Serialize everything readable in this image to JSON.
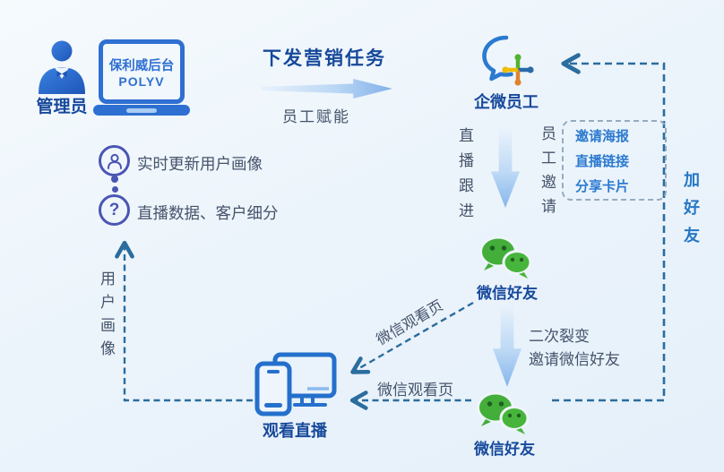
{
  "palette": {
    "navy": "#17499b",
    "body_text": "#45536b",
    "bright_blue": "#2b7ad0",
    "add_friend_blue": "#2577c5",
    "dash_blue": "#2a6d9e",
    "indigo": "#4b55b4",
    "device_blue": "#2e6fd2",
    "wechat_green": "#43ae39",
    "background": "#ecf4fb"
  },
  "admin": {
    "label": "管理员"
  },
  "laptop": {
    "line1": "保利威后台",
    "line2": "POLYV"
  },
  "top_flow": {
    "title": "下发营销任务",
    "subtitle": "员工赋能"
  },
  "qywx": {
    "label": "企微员工"
  },
  "middle_flow": {
    "left_label": "直播跟进",
    "right_label": "员工邀请"
  },
  "invite_box": {
    "items": [
      "邀请海报",
      "直播链接",
      "分享卡片"
    ]
  },
  "add_friend": {
    "label": "加好友"
  },
  "insights": {
    "item1": "实时更新用户画像",
    "item2": "直播数据、客户细分"
  },
  "icons": {
    "question_mark": "?"
  },
  "user_portrait": {
    "label": "用户画像"
  },
  "wechat_friend_top": {
    "label": "微信好友"
  },
  "fission": {
    "line1": "二次裂变",
    "line2": "邀请微信好友"
  },
  "wechat_friend_bottom": {
    "label": "微信好友"
  },
  "watch": {
    "label": "观看直播"
  },
  "watch_page_diagonal": {
    "label": "微信观看页"
  },
  "watch_page_horizontal": {
    "label": "微信观看页"
  }
}
